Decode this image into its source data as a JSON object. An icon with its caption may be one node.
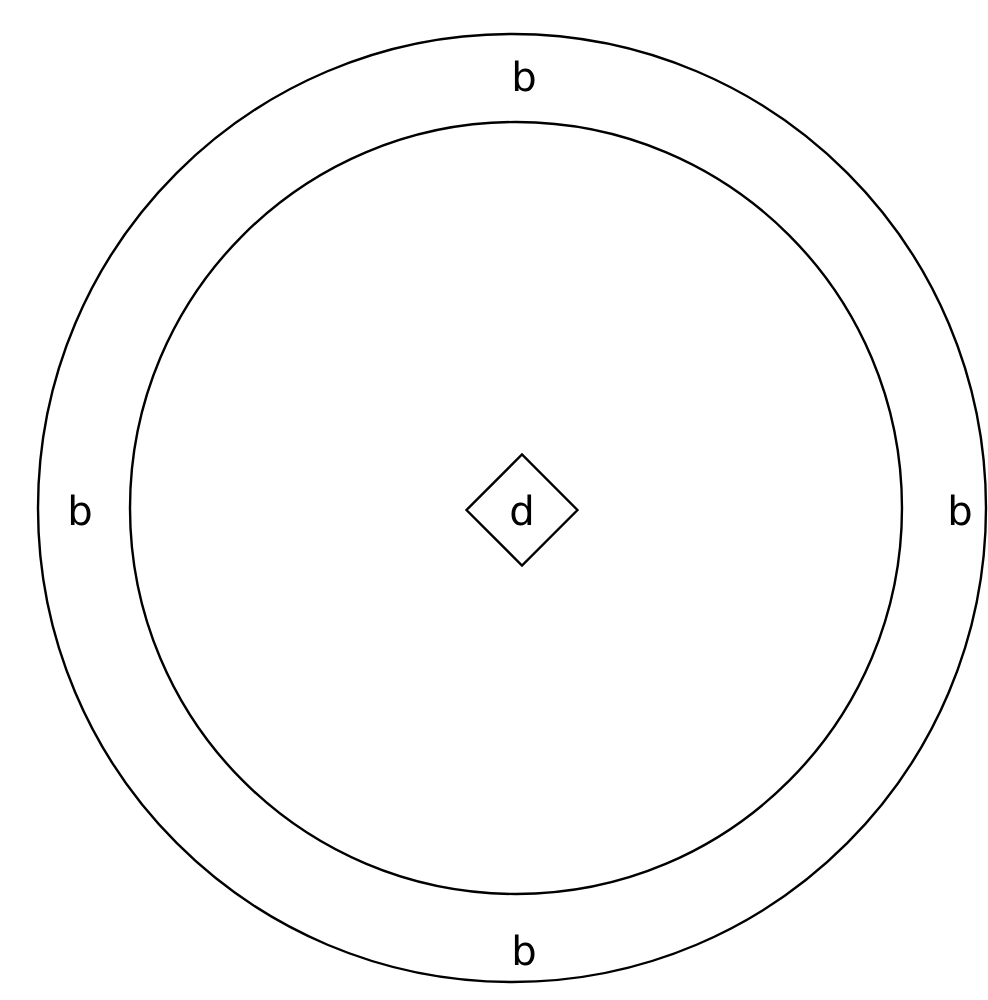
{
  "diagram": {
    "nodes": [
      {
        "text": [],
        "shape": "circle"
      },
      {
        "text": [],
        "shape": "circle",
        "in": 0
      },
      {
        "text": [
          "d"
        ],
        "in": 1
      }
    ],
    "labels": [
      "b",
      "b",
      "b",
      "b"
    ]
  }
}
